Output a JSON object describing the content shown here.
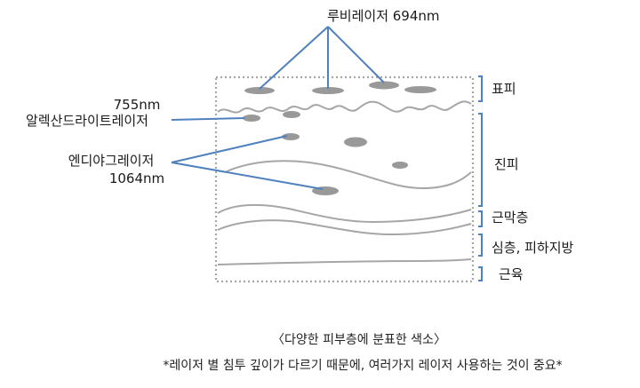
{
  "labels": {
    "ruby_laser": "루비레이저 694nm",
    "alex_nm": "755nm",
    "alex_name": "알렉산드라이트레이저",
    "ndyag_name": "엔디야그레이저",
    "ndyag_nm": "1064nm"
  },
  "layers": {
    "epidermis": "표피",
    "dermis": "진피",
    "fascia": "근막층",
    "subcut": "심층, 피하지방",
    "muscle": "근육"
  },
  "caption": {
    "title": "〈다양한 피부층에 분표한 색소〉",
    "note": "*레이저 별 침투 깊이가 다르기 때문에, 여러가지 레이저 사용하는 것이 중요*"
  },
  "colors": {
    "pointer_line": "#4f81bd",
    "pigment": "#999999",
    "layer_line": "#a6a6a6",
    "bracket": "#4f81bd",
    "frame": "#a6a6a6"
  }
}
